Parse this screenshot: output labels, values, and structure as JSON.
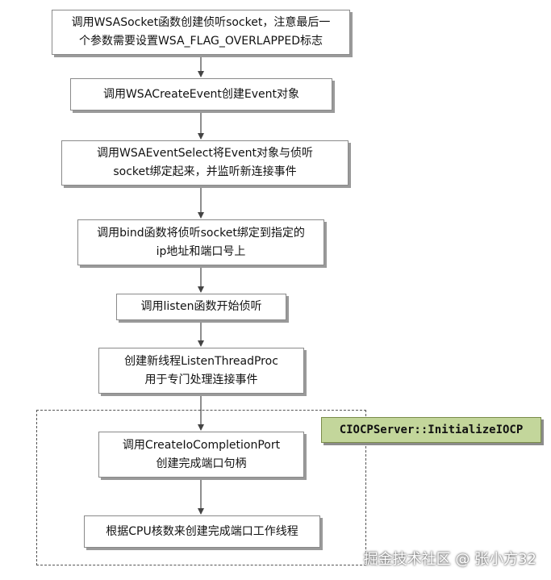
{
  "steps": [
    {
      "line1": "调用WSASocket函数创建侦听socket，注意最后一",
      "line2": "个参数需要设置WSA_FLAG_OVERLAPPED标志"
    },
    {
      "line1": "调用WSACreateEvent创建Event对象",
      "line2": ""
    },
    {
      "line1": "调用WSAEventSelect将Event对象与侦听",
      "line2": "socket绑定起来，并监听新连接事件"
    },
    {
      "line1": "调用bind函数将侦听socket绑定到指定的",
      "line2": "ip地址和端口号上"
    },
    {
      "line1": "调用listen函数开始侦听",
      "line2": ""
    },
    {
      "line1": "创建新线程ListenThreadProc",
      "line2": "用于专门处理连接事件"
    },
    {
      "line1": "调用CreateIoCompletionPort",
      "line2": "创建完成端口句柄"
    },
    {
      "line1": "根据CPU核数来创建完成端口工作线程",
      "line2": ""
    }
  ],
  "group_label": "CIOCPServer::InitializeIOCP",
  "watermark": "掘金技术社区 @ 张小方32",
  "colors": {
    "box_border": "#8a8a8a",
    "box_shadow": "#9a9a9a",
    "group_label_bg": "#c3d69b",
    "arrow": "#444444"
  }
}
